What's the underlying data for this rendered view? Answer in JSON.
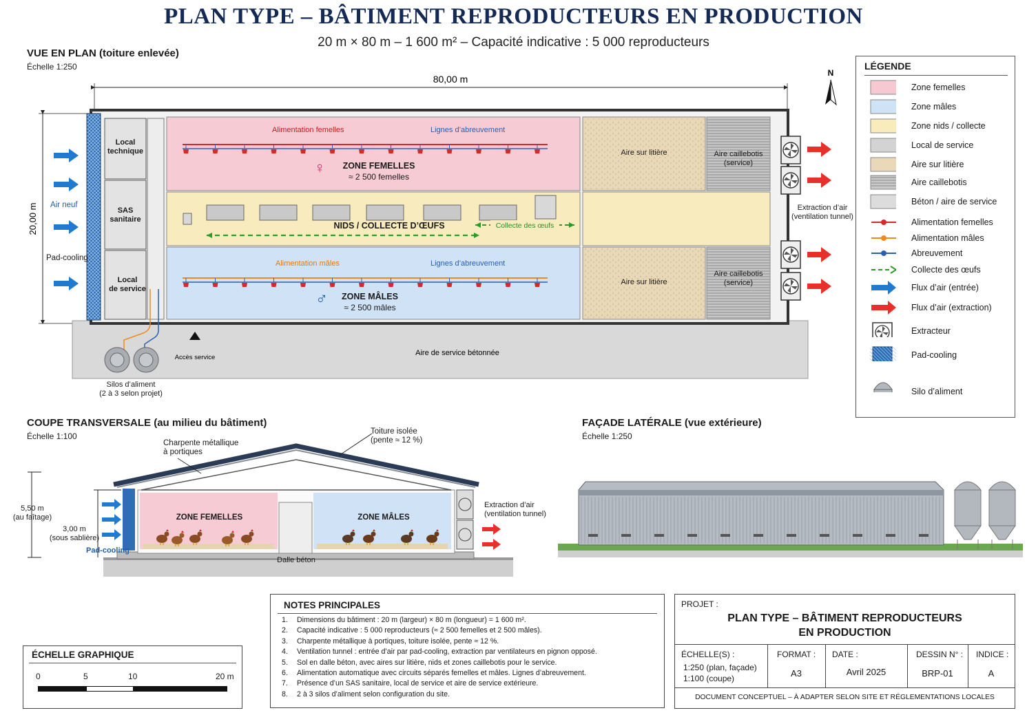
{
  "header": {
    "title": "PLAN TYPE – BÂTIMENT REPRODUCTEURS EN PRODUCTION",
    "subtitle": "20 m × 80 m – 1 600 m² – Capacité indicative : 5 000 reproducteurs"
  },
  "plan": {
    "title": "VUE EN PLAN",
    "title_note": "(toiture enlevée)",
    "scale": "Échelle 1:250",
    "dim_length": "80,00 m",
    "dim_width": "20,00 m",
    "north": "N",
    "air_neuf": "Air neuf",
    "pad_cooling": "Pad-cooling",
    "local_technique": "Local\ntechnique",
    "sas_sanitaire": "SAS\nsanitaire",
    "local_service": "Local\nde service",
    "alim_femelles": "Alimentation femelles",
    "lignes_abreuvement_1": "Lignes d’abreuvement",
    "zone_femelles": "ZONE FEMELLES",
    "zone_femelles_count": "≈ 2 500 femelles",
    "nids": "NIDS / COLLECTE D’ŒUFS",
    "collecte": "Collecte des œufs",
    "alim_males": "Alimentation mâles",
    "lignes_abreuvement_2": "Lignes d’abreuvement",
    "zone_males": "ZONE MÂLES",
    "zone_males_count": "≈ 2 500 mâles",
    "litiere_1": "Aire sur litière",
    "litiere_2": "Aire sur litière",
    "caillebotis_1": "Aire caillebotis\n(service)",
    "caillebotis_2": "Aire caillebotis\n(service)",
    "extraction": "Extraction d’air\n(ventilation tunnel)",
    "acces_service": "Accès service",
    "aire_service": "Aire de service bétonnée",
    "silos": "Silos d’aliment\n(2 à 3 selon projet)"
  },
  "legend": {
    "title": "LÉGENDE",
    "items": [
      {
        "label": "Zone femelles",
        "sym": "fill",
        "color": "#f6c9d2"
      },
      {
        "label": "Zone mâles",
        "sym": "fill",
        "color": "#cfe3f6"
      },
      {
        "label": "Zone nids / collecte",
        "sym": "fill",
        "color": "#f8ecbd"
      },
      {
        "label": "Local de service",
        "sym": "fill",
        "color": "#d3d3d3"
      },
      {
        "label": "Aire sur litière",
        "sym": "fill",
        "color": "#ead8b8"
      },
      {
        "label": "Aire caillebotis",
        "sym": "fill",
        "color": "#c9c9c9"
      },
      {
        "label": "Béton / aire de service",
        "sym": "fill",
        "color": "#dcdcdc"
      },
      {
        "label": "Alimentation femelles",
        "sym": "line",
        "color": "#d42a2a"
      },
      {
        "label": "Alimentation mâles",
        "sym": "line",
        "color": "#f08a1c"
      },
      {
        "label": "Abreuvement",
        "sym": "line",
        "color": "#2a5fb0"
      },
      {
        "label": "Collecte des œufs",
        "sym": "dash",
        "color": "#2a9a2a"
      },
      {
        "label": "Flux d’air (entrée)",
        "sym": "arrow",
        "color": "#1f7ad0"
      },
      {
        "label": "Flux d’air (extraction)",
        "sym": "arrow",
        "color": "#e8302a"
      },
      {
        "label": "Extracteur",
        "sym": "fan",
        "color": "#333333"
      },
      {
        "label": "Pad-cooling",
        "sym": "pad",
        "color": "#2a6cb0"
      },
      {
        "label": "Silo d’aliment",
        "sym": "silo",
        "color": "#9a9ea3"
      }
    ]
  },
  "coupe": {
    "title": "COUPE TRANSVERSALE",
    "title_note": "(au milieu du bâtiment)",
    "scale": "Échelle 1:100",
    "charpente": "Charpente métallique\nà portiques",
    "toiture": "Toiture isolée\n(pente ≈ 12 %)",
    "h_faitage": "5,50 m\n(au faîtage)",
    "h_sabliere": "3,00 m\n(sous sablière)",
    "pad_cooling": "Pad-cooling",
    "zone_femelles": "ZONE FEMELLES",
    "zone_males": "ZONE MÂLES",
    "extraction": "Extraction d’air\n(ventilation tunnel)",
    "dalle": "Dalle béton"
  },
  "facade": {
    "title": "FAÇADE LATÉRALE",
    "title_note": "(vue extérieure)",
    "scale": "Échelle 1:250"
  },
  "notes": {
    "title": "NOTES PRINCIPALES",
    "items": [
      {
        "n": "1.",
        "text": "Dimensions du bâtiment : 20 m (largeur) × 80 m (longueur) = 1 600 m²."
      },
      {
        "n": "2.",
        "text": "Capacité indicative : 5 000 reproducteurs (≈ 2 500 femelles et 2 500 mâles)."
      },
      {
        "n": "3.",
        "text": "Charpente métallique à portiques, toiture isolée, pente ≈ 12 %."
      },
      {
        "n": "4.",
        "text": "Ventilation tunnel : entrée d’air par pad-cooling, extraction par ventilateurs en pignon opposé."
      },
      {
        "n": "5.",
        "text": "Sol en dalle béton, avec aires sur litière, nids et zones caillebotis pour le service."
      },
      {
        "n": "6.",
        "text": "Alimentation automatique avec circuits séparés femelles et mâles. Lignes d’abreuvement."
      },
      {
        "n": "7.",
        "text": "Présence d’un SAS sanitaire, local de service et aire de service extérieure."
      },
      {
        "n": "8.",
        "text": "2 à 3 silos d’aliment selon configuration du site."
      }
    ]
  },
  "echelle_graphique": {
    "title": "ÉCHELLE GRAPHIQUE",
    "ticks": [
      "0",
      "5",
      "10",
      "20 m"
    ]
  },
  "cartouche": {
    "projet_label": "PROJET :",
    "projet_title": "PLAN TYPE – BÂTIMENT REPRODUCTEURS\nEN PRODUCTION",
    "echelles_label": "ÉCHELLE(S) :",
    "echelles_value": "1:250 (plan, façade)\n1:100 (coupe)",
    "format_label": "FORMAT :",
    "format_value": "A3",
    "date_label": "DATE :",
    "date_value": "Avril 2025",
    "dessin_label": "DESSIN N° :",
    "dessin_value": "BRP-01",
    "indice_label": "INDICE :",
    "indice_value": "A",
    "footer": "DOCUMENT CONCEPTUEL – À ADAPTER SELON SITE ET RÉGLEMENTATIONS LOCALES"
  }
}
